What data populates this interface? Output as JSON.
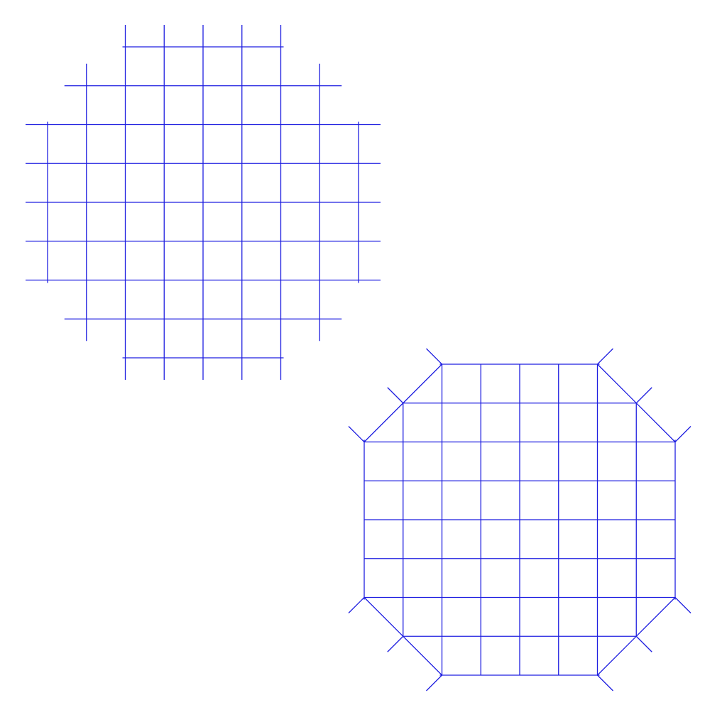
{
  "diagram": {
    "stroke_color": "#1f1fe0",
    "background": "#ffffff",
    "grids": [
      {
        "name": "stepped-grid",
        "description_shape": "stepped octagonal cell grid with overhanging line ends",
        "rows": 8,
        "cols": 8,
        "corner_cut_cells": 2,
        "diagonal_edges": false
      },
      {
        "name": "octagon-grid",
        "description_shape": "octagonal cell grid with diagonal corner edges and tick marks",
        "rows": 8,
        "cols": 8,
        "corner_cut_cells": 2,
        "diagonal_edges": true
      }
    ]
  }
}
